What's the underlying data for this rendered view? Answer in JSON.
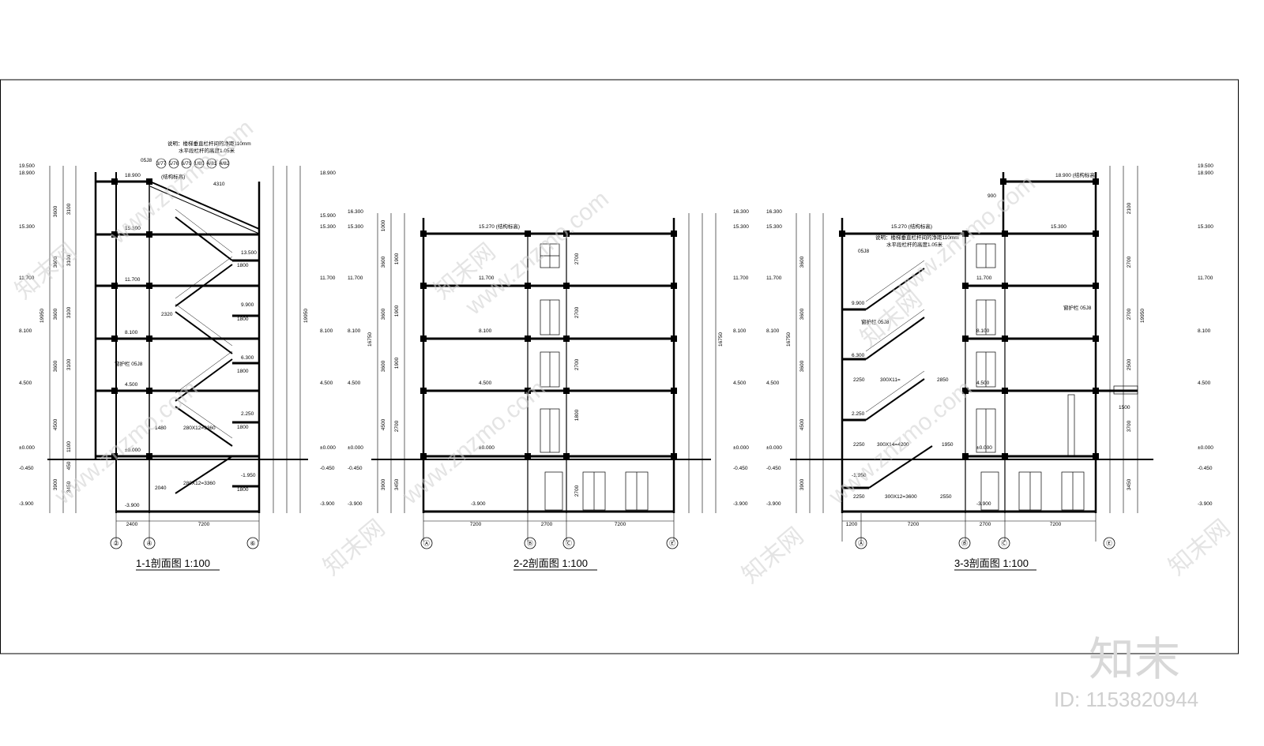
{
  "sections": [
    {
      "title": "1-1剖面图 1:100",
      "axes": [
        "②",
        "④",
        "⑥"
      ],
      "bottom_dims": [
        "2400",
        "7200"
      ],
      "levels": [
        "19.500",
        "18.900",
        "15.300",
        "11.700",
        "8.100",
        "4.500",
        "±0.000",
        "-0.450",
        "-3.900"
      ],
      "inner_levels": [
        "18.900",
        "15.300",
        "11.700",
        "8.100",
        "4.500",
        "±0.000",
        "-3.900"
      ],
      "stair_marks": [
        "13.500",
        "9.900",
        "6.300",
        "2.250",
        "-1.950"
      ],
      "stair_dims": [
        "4310",
        "2320",
        "280X12=3360",
        "280X12=3360",
        "1480",
        "2040"
      ],
      "landing_dims": [
        "1800",
        "1800",
        "1800",
        "1800",
        "1800"
      ],
      "left_dims": [
        "3600",
        "3600",
        "3600",
        "3600",
        "4500",
        "3900"
      ],
      "left_sub_dims": [
        "3100",
        "3100",
        "3100",
        "3100",
        "1100",
        "450",
        "3450"
      ],
      "total_dim": "19950",
      "right_levels": [
        "18.900",
        "15.900",
        "15.300",
        "11.700",
        "8.100",
        "4.500",
        "±0.000",
        "-0.450",
        "-3.900"
      ],
      "note_lines": [
        "说明：楼梯垂直栏杆间的净距110mm",
        "水平段栏杆的高度1.05米"
      ],
      "note_ref": "05J8",
      "note_codes": [
        "3/77",
        "5/76",
        "6/79",
        "1/80",
        "4/81",
        "4/82"
      ],
      "rail_ref": "窗护栏 05J8",
      "structure_label": "(结构标高)"
    },
    {
      "title": "2-2剖面图 1:100",
      "axes": [
        "Ⓐ",
        "Ⓑ",
        "Ⓒ",
        "Ⓔ"
      ],
      "bottom_dims": [
        "7200",
        "2700",
        "7200"
      ],
      "levels": [
        "16.300",
        "15.300",
        "11.700",
        "8.100",
        "4.500",
        "±0.000",
        "-0.450",
        "-3.900"
      ],
      "inner_levels": [
        "15.270 (结构标高)",
        "11.700",
        "8.100",
        "4.500",
        "±0.000",
        "-3.900"
      ],
      "left_dims": [
        "1000",
        "3600",
        "3600",
        "3600",
        "4500",
        "3900"
      ],
      "left_sub_dims": [
        "1900",
        "1900",
        "1900",
        "2700",
        "3450"
      ],
      "total_dim": "16750",
      "right_levels": [
        "16.300",
        "15.300",
        "11.700",
        "8.100",
        "4.500",
        "±0.000",
        "-0.450",
        "-3.900"
      ],
      "window_dims": [
        "2700",
        "2700",
        "2700",
        "1800",
        "2700"
      ]
    },
    {
      "title": "3-3剖面图 1:100",
      "axes": [
        "Ⓐ",
        "Ⓑ",
        "Ⓒ",
        "Ⓔ"
      ],
      "bottom_dims": [
        "1200",
        "7200",
        "2700",
        "7200"
      ],
      "levels": [
        "16.300",
        "15.300",
        "11.700",
        "8.100",
        "4.500",
        "±0.000",
        "-0.450",
        "-3.900"
      ],
      "inner_levels": [
        "18.900 (结构标高)",
        "15.270 (结构标高)",
        "15.300",
        "11.700",
        "8.100",
        "4.500",
        "±0.000",
        "-3.900"
      ],
      "stair_marks": [
        "9.900",
        "6.300",
        "2.250",
        "-1.950"
      ],
      "stair_dims": [
        "300X11=",
        "300X14=4200",
        "300X12=3600",
        "2250",
        "2250",
        "2250",
        "2550",
        "1950",
        "2850"
      ],
      "left_dims": [
        "3600",
        "3600",
        "3600",
        "4500",
        "3900"
      ],
      "total_dim": "16750",
      "right_levels": [
        "19.500",
        "18.900",
        "15.300",
        "11.700",
        "8.100",
        "4.500",
        "±0.000",
        "-0.450",
        "-3.900"
      ],
      "right_total_dim": "19950",
      "right_dims": [
        "2100",
        "2700",
        "2700",
        "2500",
        "3700",
        "3450"
      ],
      "note_lines": [
        "说明：楼梯垂直栏杆间的净距110mm",
        "水平段栏杆的高度1.05米"
      ],
      "note_ref": "05J8",
      "rail_ref": "窗护栏 05J8",
      "cantilever_dim": "1500",
      "parapet_dim": "900"
    }
  ],
  "watermarks": {
    "site": "www.znzmo.com",
    "brand_cn": "知末网",
    "logo": "知末",
    "id_label": "ID: 1153820944"
  }
}
